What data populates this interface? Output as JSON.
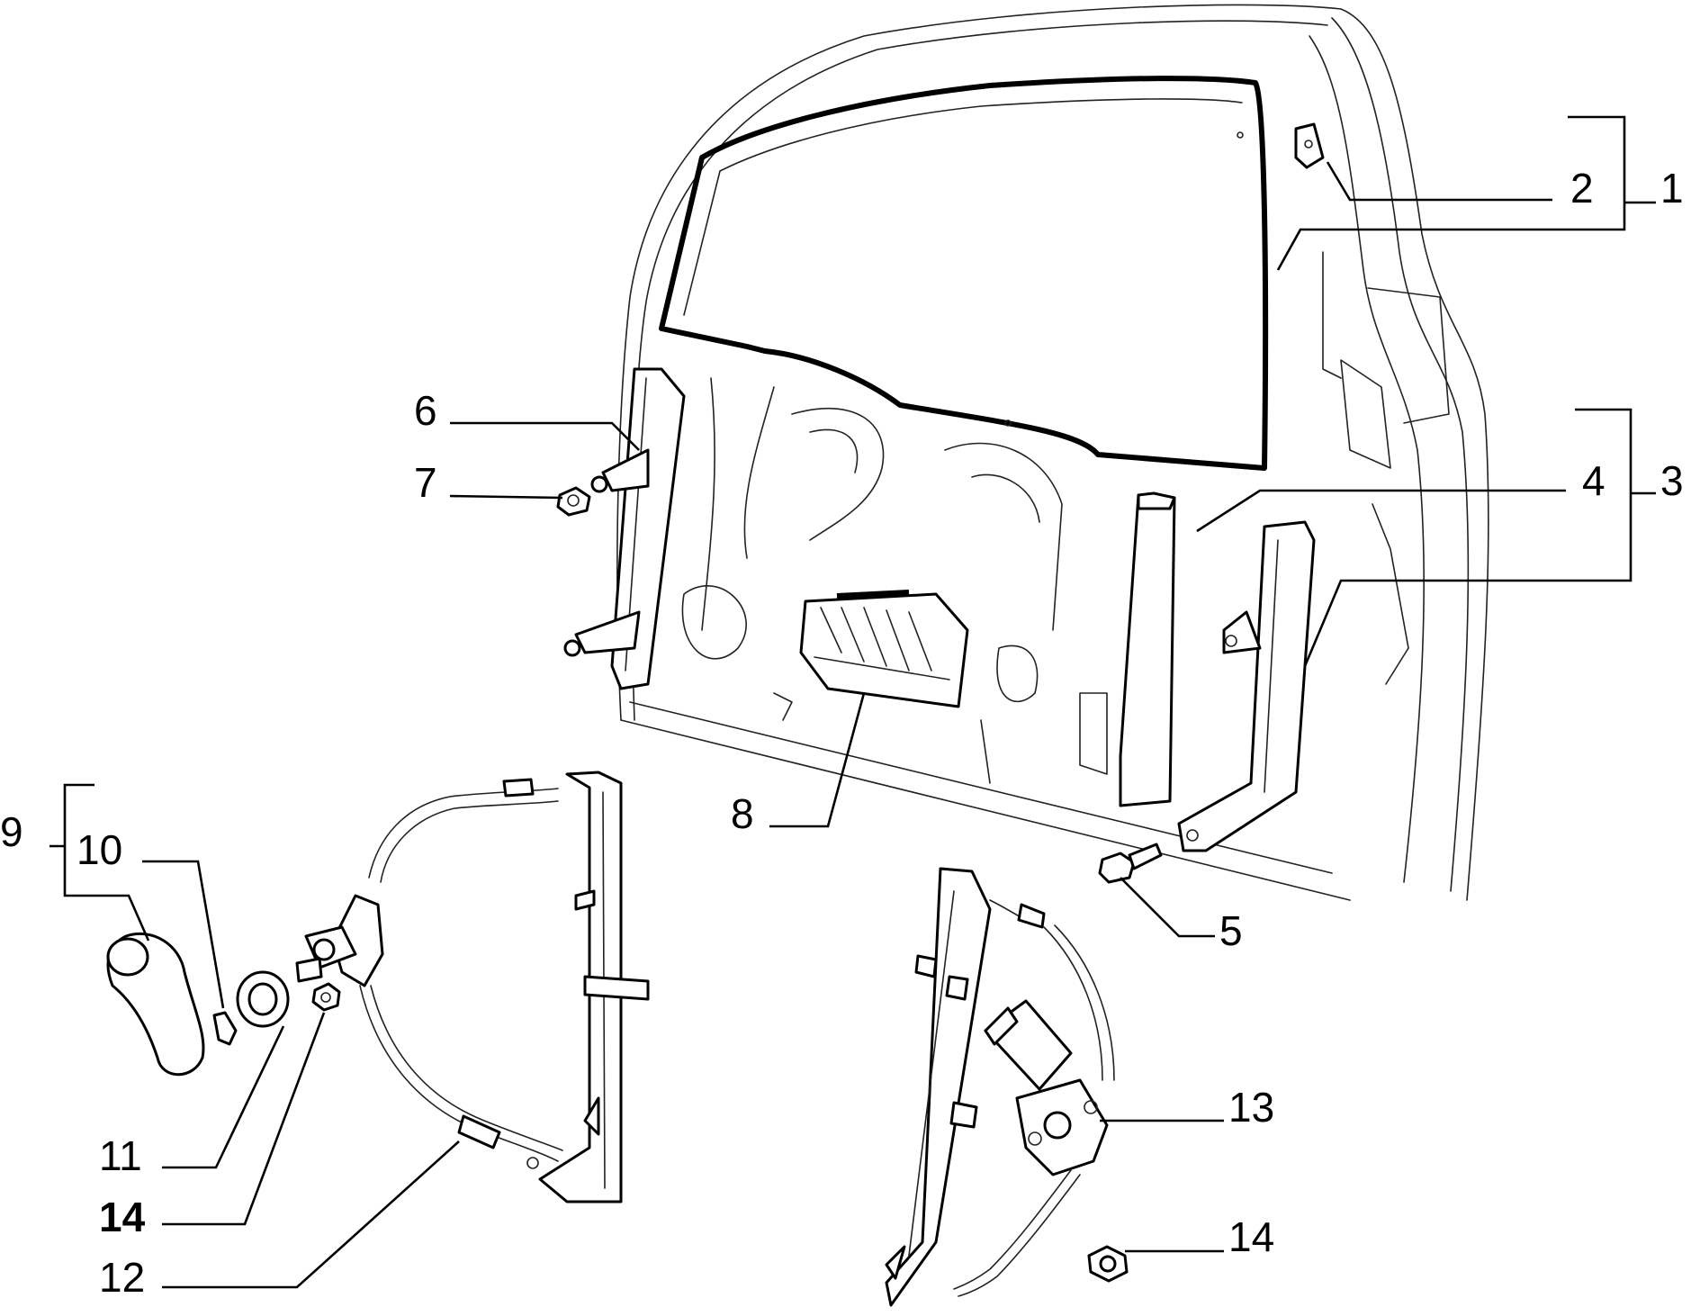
{
  "callouts": {
    "c1": "1",
    "c2": "2",
    "c3": "3",
    "c4": "4",
    "c5": "5",
    "c6": "6",
    "c7": "7",
    "c8": "8",
    "c9": "9",
    "c10": "10",
    "c11": "11",
    "c12": "12",
    "c13": "13",
    "c14a": "14",
    "c14b": "14"
  }
}
